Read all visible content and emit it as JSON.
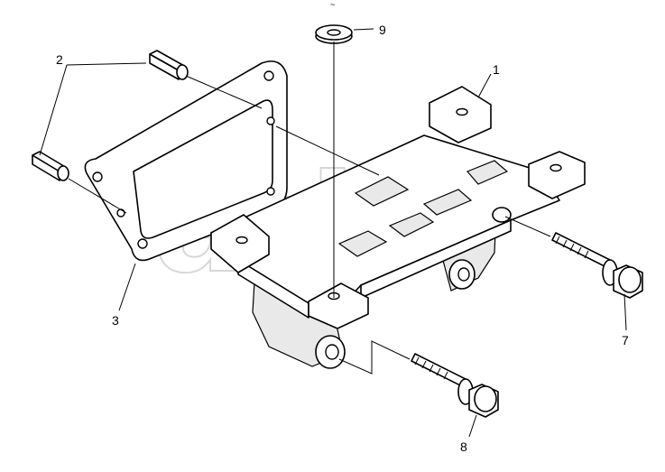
{
  "watermark": {
    "text": "atb",
    "trademark": "TM"
  },
  "stray_mark": "~",
  "callouts": [
    {
      "id": "1",
      "label": "1"
    },
    {
      "id": "2",
      "label": "2"
    },
    {
      "id": "3",
      "label": "3"
    },
    {
      "id": "7",
      "label": "7"
    },
    {
      "id": "8",
      "label": "8"
    },
    {
      "id": "9",
      "label": "9"
    }
  ]
}
